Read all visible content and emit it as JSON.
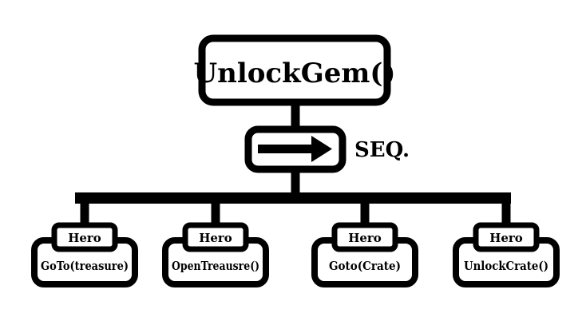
{
  "root": {
    "label": "UnlockGem()"
  },
  "sequence": {
    "label": "SEQ.",
    "icon": "right-arrow-icon"
  },
  "children": [
    {
      "tag": "Hero",
      "label": "GoTo(treasure)"
    },
    {
      "tag": "Hero",
      "label": "OpenTreausre()"
    },
    {
      "tag": "Hero",
      "label": "Goto(Crate)"
    },
    {
      "tag": "Hero",
      "label": "UnlockCrate()"
    }
  ],
  "colors": {
    "stroke": "#000000",
    "fill": "#ffffff"
  }
}
